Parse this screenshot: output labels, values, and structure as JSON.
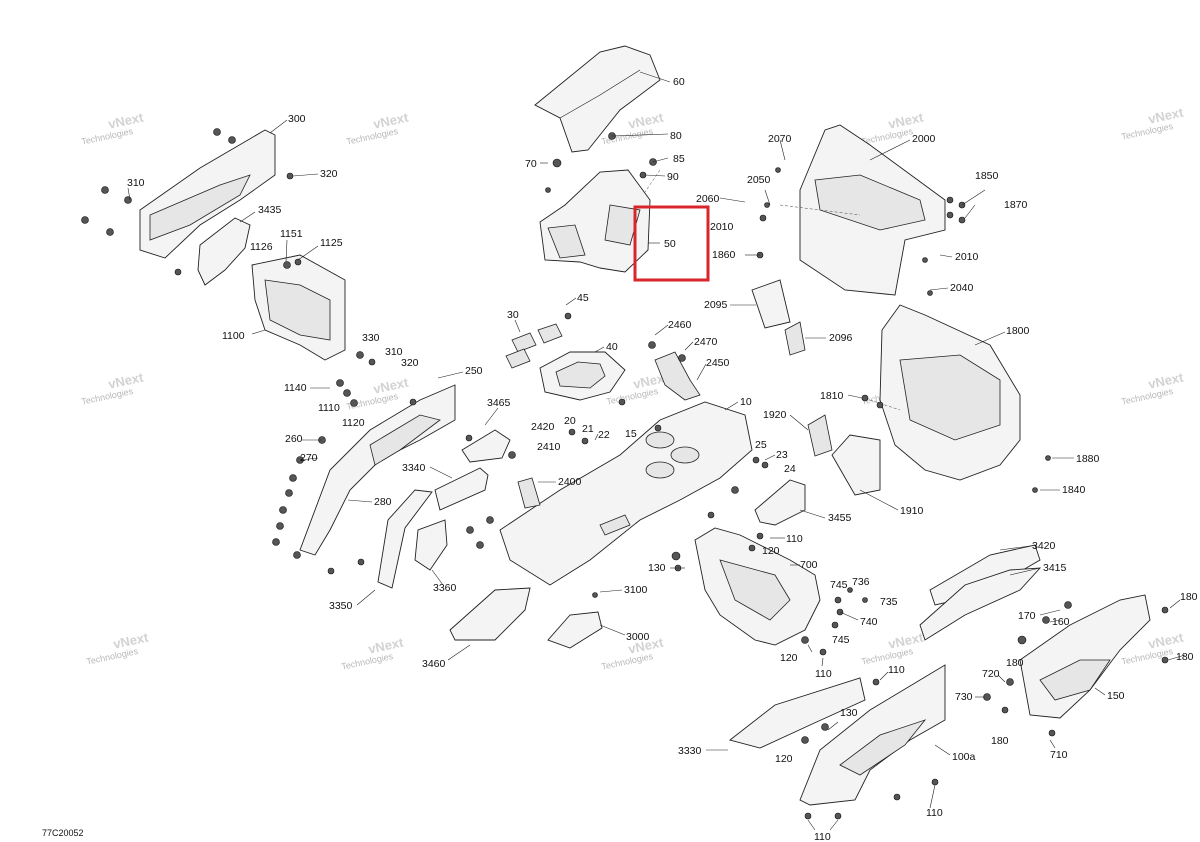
{
  "diagram": {
    "reference_code": "77C20052",
    "highlight": {
      "label": "50",
      "color": "#d8262b"
    },
    "watermark": {
      "line1": "vNext",
      "line2": "Technologies",
      "color": "#c8c8c8"
    },
    "labels": {
      "l60": "60",
      "l80": "80",
      "l85": "85",
      "l90": "90",
      "l70": "70",
      "l50": "50",
      "l300": "300",
      "l310a": "310",
      "l320a": "320",
      "l3435": "3435",
      "l1126": "1126",
      "l1151": "1151",
      "l1125": "1125",
      "l1100": "1100",
      "l330": "330",
      "l310b": "310",
      "l320b": "320",
      "l1140": "1140",
      "l1110": "1110",
      "l1120": "1120",
      "l250": "250",
      "l260": "260",
      "l270": "270",
      "l280": "280",
      "l3340": "3340",
      "l3350": "3350",
      "l3360": "3360",
      "l3465": "3465",
      "l3460": "3460",
      "l30": "30",
      "l45": "45",
      "l40": "40",
      "l2460": "2460",
      "l2470": "2470",
      "l2450": "2450",
      "l20": "20",
      "l21": "21",
      "l22": "22",
      "l15": "15",
      "l2420": "2420",
      "l2410": "2410",
      "l2400": "2400",
      "l10": "10",
      "l25": "25",
      "l23": "23",
      "l24": "24",
      "l3100": "3100",
      "l3000": "3000",
      "l110a": "110",
      "l120a": "120",
      "l130a": "130",
      "l700": "700",
      "l745a": "745",
      "l736": "736",
      "l735": "735",
      "l740": "740",
      "l745b": "745",
      "l120b": "120",
      "l110b": "110",
      "l2070": "2070",
      "l2000": "2000",
      "l2050": "2050",
      "l2060": "2060",
      "l2010a": "2010",
      "l1860": "1860",
      "l2010b": "2010",
      "l2040": "2040",
      "l1850": "1850",
      "l1870": "1870",
      "l2095": "2095",
      "l2096": "2096",
      "l1800": "1800",
      "l1810": "1810",
      "l1920": "1920",
      "l1880": "1880",
      "l1840": "1840",
      "l1910": "1910",
      "l3455": "3455",
      "l3420": "3420",
      "l3415": "3415",
      "l180a": "180",
      "l170": "170",
      "l160": "160",
      "l180b": "180",
      "l720": "720",
      "l180c": "180",
      "l730": "730",
      "l180d": "180",
      "l710": "710",
      "l150": "150",
      "l110c": "110",
      "l130b": "130",
      "l120c": "120",
      "l3330": "3330",
      "l100a": "100a",
      "l110d": "110",
      "l110e": "110"
    }
  }
}
